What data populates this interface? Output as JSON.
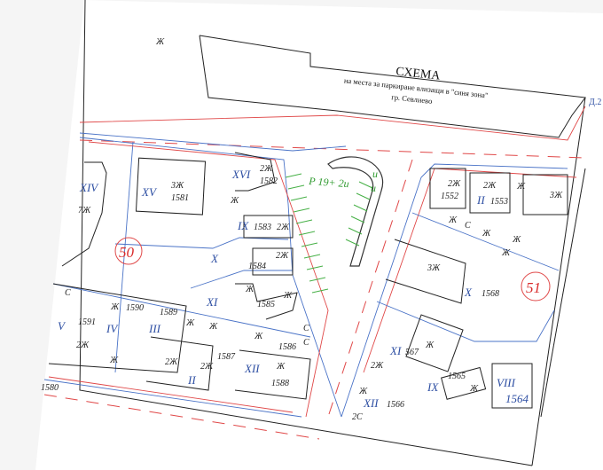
{
  "header": {
    "title": "СХЕМА",
    "subtitle": "на места за паркиране влизащи в \"синя зона\"",
    "city": "гр. Севлиево",
    "sheet_ref": "Д.2"
  },
  "blocks": {
    "left": "50",
    "right": "51"
  },
  "parking": {
    "label": "Р 19+ 2и",
    "disabled_marks": [
      "и",
      "и"
    ]
  },
  "left_labels": {
    "top_zh": "Ж",
    "xiv": "XIV",
    "xiv_type": "7Ж",
    "xv": "XV",
    "xv_type": "3Ж",
    "p1581": "1581",
    "xvi": "XVI",
    "xvi_type": "2Ж",
    "p1582": "1582",
    "zh_a": "Ж",
    "ix": "IX",
    "p1583": "1583",
    "ix_type": "2Ж",
    "x": "X",
    "p1584": "1584",
    "x_type": "2Ж",
    "xi": "XI",
    "zh_b": "Ж",
    "p1585": "1585",
    "zh_c": "Ж",
    "c_a": "С",
    "p1590": "1590",
    "zh_d": "Ж",
    "p1591": "1591",
    "v": "V",
    "iv": "IV",
    "iii": "III",
    "p1589": "1589",
    "zh_e": "Ж",
    "zh_f": "Ж",
    "zh_g": "Ж",
    "c_b": "С",
    "c_c": "С",
    "p1586": "1586",
    "v_type": "2Ж",
    "zh_h": "Ж",
    "iii_type": "2Ж",
    "p1587": "1587",
    "ii_type": "2Ж",
    "ii": "II",
    "xii": "XII",
    "zh_i": "Ж",
    "p1588": "1588",
    "p1580": "1580"
  },
  "right_labels": {
    "a_type": "2Ж",
    "p1552": "1552",
    "b_type": "2Ж",
    "ii": "II",
    "p1553": "1553",
    "zh_a": "Ж",
    "c_type": "3Ж",
    "zh_b": "Ж",
    "c": "С",
    "zh_c": "Ж",
    "zh_d": "Ж",
    "zh_e": "Ж",
    "big_type": "3Ж",
    "x": "X",
    "p1568": "1568",
    "zh_big": "Ж",
    "xi": "XI",
    "p1567": "567",
    "d_type": "2Ж",
    "ix": "IX",
    "p1565": "1565",
    "zh_f": "Ж",
    "viii": "VIII",
    "p1564": "1564",
    "zh_g": "Ж",
    "xii": "XII",
    "p1566": "1566",
    "e_type": "2С"
  }
}
